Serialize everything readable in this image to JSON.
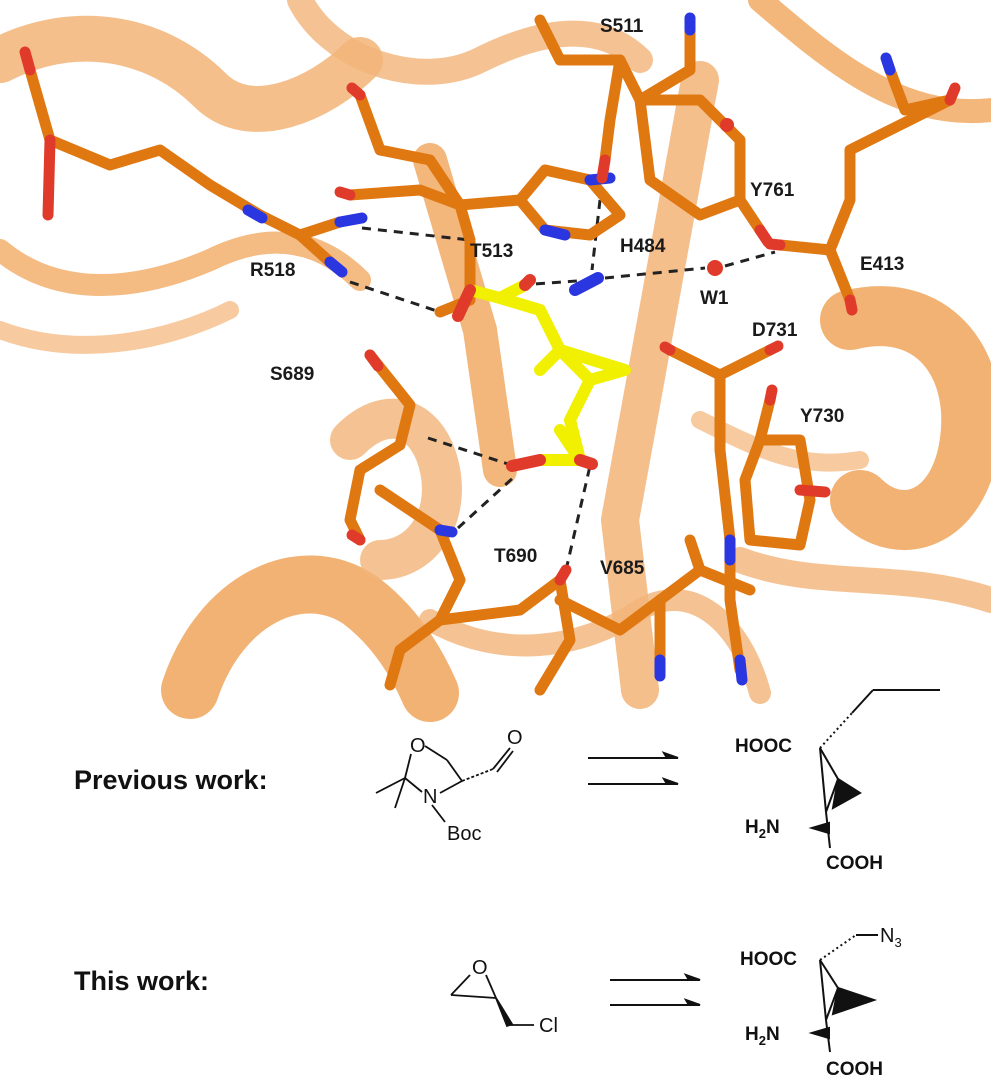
{
  "protein_panel": {
    "residues": [
      "S511",
      "Y761",
      "R518",
      "T513",
      "H484",
      "E413",
      "W1",
      "D731",
      "S689",
      "Y730",
      "T690",
      "V685"
    ],
    "colors": {
      "ribbon": "#f0a45a",
      "ribbon_dark": "#d88a3e",
      "carbon": "#e07812",
      "oxygen": "#e03a2a",
      "nitrogen": "#2a36e0",
      "ligand": "#f0f000",
      "hbond": "#222222"
    }
  },
  "scheme": {
    "previous": {
      "label": "Previous work:",
      "reactant": {
        "O": "O",
        "N": "N",
        "carbonyl_O": "O",
        "protecting_group": "Boc"
      },
      "product": {
        "acid_top": "HOOC",
        "amine": "H2N",
        "acid_bottom": "COOH"
      }
    },
    "current": {
      "label": "This work:",
      "reactant": {
        "O": "O",
        "Cl": "Cl"
      },
      "product": {
        "acid_top": "HOOC",
        "substituent": "N3",
        "amine": "H2N",
        "acid_bottom": "COOH"
      }
    }
  }
}
